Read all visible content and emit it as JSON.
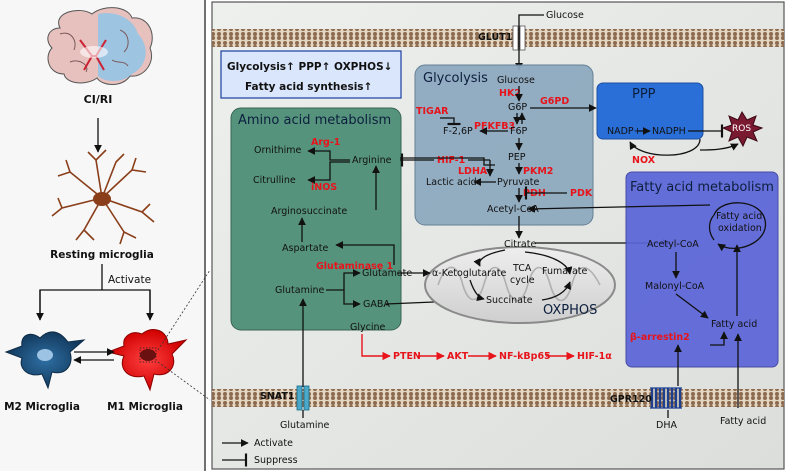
{
  "left_panel": {
    "stroke_label": "CI/RI",
    "resting_label": "Resting microglia",
    "activate_label": "Activate",
    "m2_label": "M2 Microglia",
    "m1_label": "M1 Microglia"
  },
  "summary_box": {
    "line1": "Glycolysis↑  PPP↑  OXPHOS↓",
    "line2": "Fatty acid synthesis↑"
  },
  "membrane": {
    "glut1": "GLUT1",
    "glucose_out": "Glucose",
    "snat1": "SNAT1",
    "glutamine_out": "Glutamine",
    "gpr120": "GPR120",
    "dha": "DHA",
    "fatty_acid_out": "Fatty acid"
  },
  "glycolysis": {
    "title": "Glycolysis",
    "glucose": "Glucose",
    "hk2": "HK2",
    "g6p": "G6P",
    "tigar": "TIGAR",
    "f26p": "F-2,6P",
    "pfkfb3": "PFKFB3",
    "f6p": "F6P",
    "pep": "PEP",
    "pkm2": "PKM2",
    "ldha": "LDHA",
    "lactic": "Lactic acid",
    "pyruvate": "Pyruvate",
    "pdh": "PDH",
    "pdk": "PDK",
    "acetylcoa": "Acetyl-CoA"
  },
  "ppp": {
    "title": "PPP",
    "g6pd": "G6PD",
    "nadp": "NADP+",
    "nadph": "NADPH",
    "ros": "ROS",
    "nox": "NOX"
  },
  "amino": {
    "title": "Amino acid metabolism",
    "arg1": "Arg-1",
    "ornithine": "Ornithime",
    "arginine": "Arginine",
    "hif1": "HIF-1",
    "inos": "iNOS",
    "citrulline": "Citrulline",
    "arginosuccinate": "Arginosuccinate",
    "aspartate": "Aspartate",
    "glutaminase": "Glutaminase 1",
    "glutamate": "Glutamate",
    "glutamine": "Glutamine",
    "gaba": "GABA",
    "glycine": "Glycine"
  },
  "tca": {
    "citrate": "Citrate",
    "akg": "α-Ketoglutarate",
    "tca1": "TCA",
    "tca2": "cycle",
    "fumarate": "Fumarate",
    "succinate": "Succinate",
    "oxphos": "OXPHOS"
  },
  "fatty": {
    "title": "Fatty acid metabolism",
    "oxid1": "Fatty acid",
    "oxid2": "oxidation",
    "acetylcoa": "Acetyl-CoA",
    "malonyl": "Malonyl-CoA",
    "fattyacid": "Fatty acid",
    "barrestin": "β-arrestin2"
  },
  "signal": {
    "pten": "PTEN",
    "akt": "AKT",
    "nfkb": "NF-kBp65",
    "hif1a": "HIF-1α"
  },
  "legend": {
    "activate": "Activate",
    "suppress": "Suppress"
  },
  "colors": {
    "accent_red": "#e8141b",
    "glycolysis_box": "#8ea9bf",
    "amino_box": "#4f8f78",
    "ppp_box": "#2a6fd8",
    "fatty_box": "#5a64d8",
    "summary_box": "#d9e6fb"
  }
}
